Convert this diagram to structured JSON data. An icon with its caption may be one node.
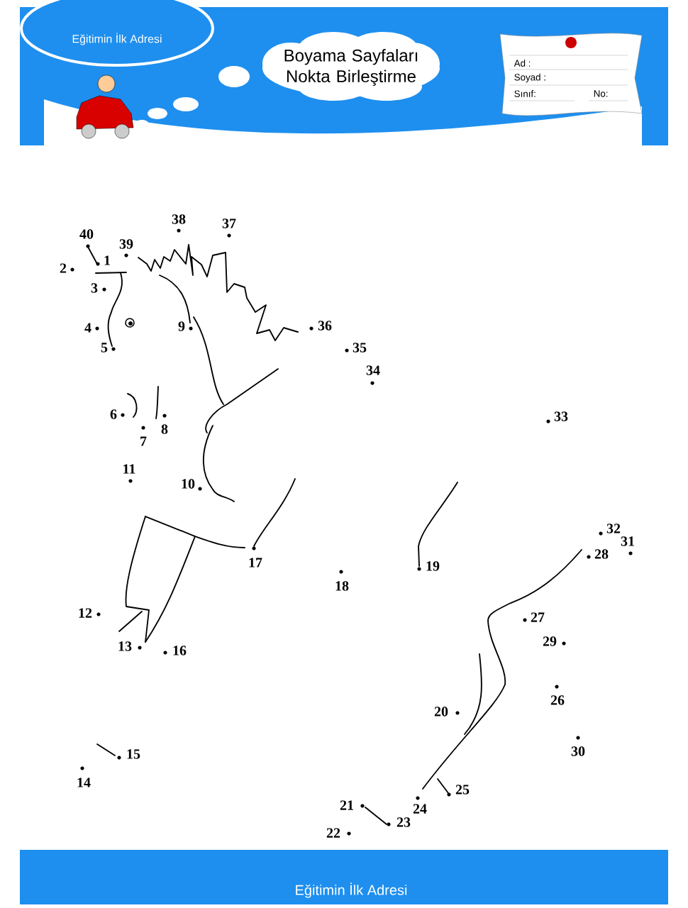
{
  "diagram": {
    "title": "Boyama Sayfaları Nokta Birleştirme",
    "labels": [
      "Eğitimin İlk Adresi",
      "Ad :",
      "Soyad :",
      "Sınıf:",
      "No:",
      "1",
      "2",
      "3",
      "4",
      "5",
      "6",
      "7",
      "8",
      "9",
      "10",
      "11",
      "12",
      "13",
      "14",
      "15",
      "16",
      "17",
      "18",
      "19",
      "20",
      "21",
      "22",
      "23",
      "24",
      "25",
      "26",
      "27",
      "28",
      "29",
      "30",
      "31",
      "32",
      "33",
      "34",
      "35",
      "36",
      "37",
      "38",
      "39",
      "40",
      "Eğitimin İlk Adresi"
    ]
  }
}
